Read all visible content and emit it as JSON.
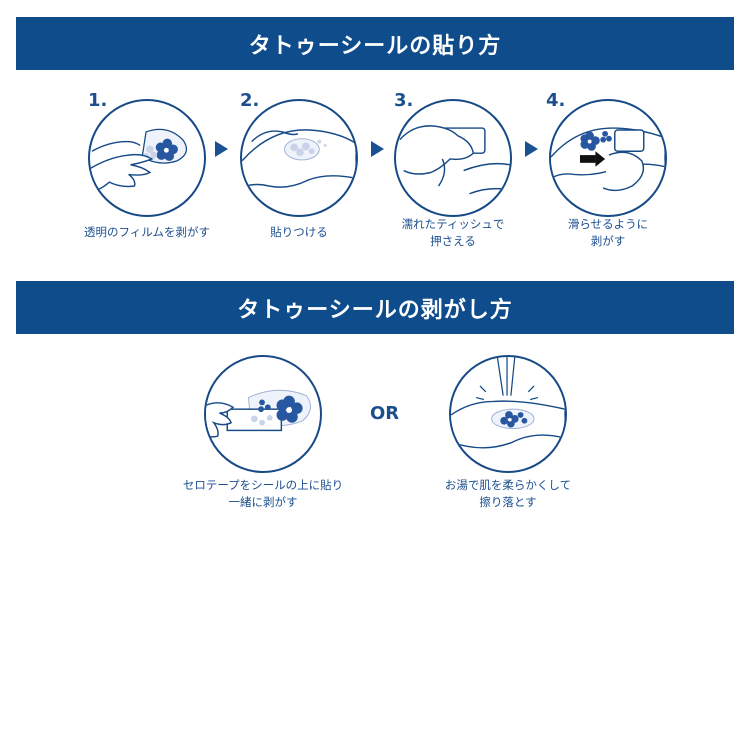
{
  "apply": {
    "title": "タトゥーシールの貼り方",
    "steps": [
      {
        "number": "1.",
        "caption": "透明のフィルムを剥がす"
      },
      {
        "number": "2.",
        "caption": "貼りつける"
      },
      {
        "number": "3.",
        "caption": "濡れたティッシュで\n押さえる"
      },
      {
        "number": "4.",
        "caption": "滑らせるように\n剥がす"
      }
    ]
  },
  "remove": {
    "title": "タトゥーシールの剥がし方",
    "options": [
      {
        "caption": "セロテープをシールの上に貼り\n一緒に剥がす"
      },
      {
        "caption": "お湯で肌を柔らかくして\n擦り落とす"
      }
    ],
    "separator": "OR"
  },
  "colors": {
    "brand_blue": "#0e4c8c",
    "text_blue": "#1d4f8f",
    "flower_blue": "#2757a0",
    "flower_light": "#c9d4ea"
  },
  "icons": [
    "hand-peel-film-icon",
    "arm-apply-sticker-icon",
    "arm-press-tissue-icon",
    "arm-slide-peel-icon",
    "tape-remove-icon",
    "hot-water-wash-icon",
    "right-arrow-icon"
  ]
}
